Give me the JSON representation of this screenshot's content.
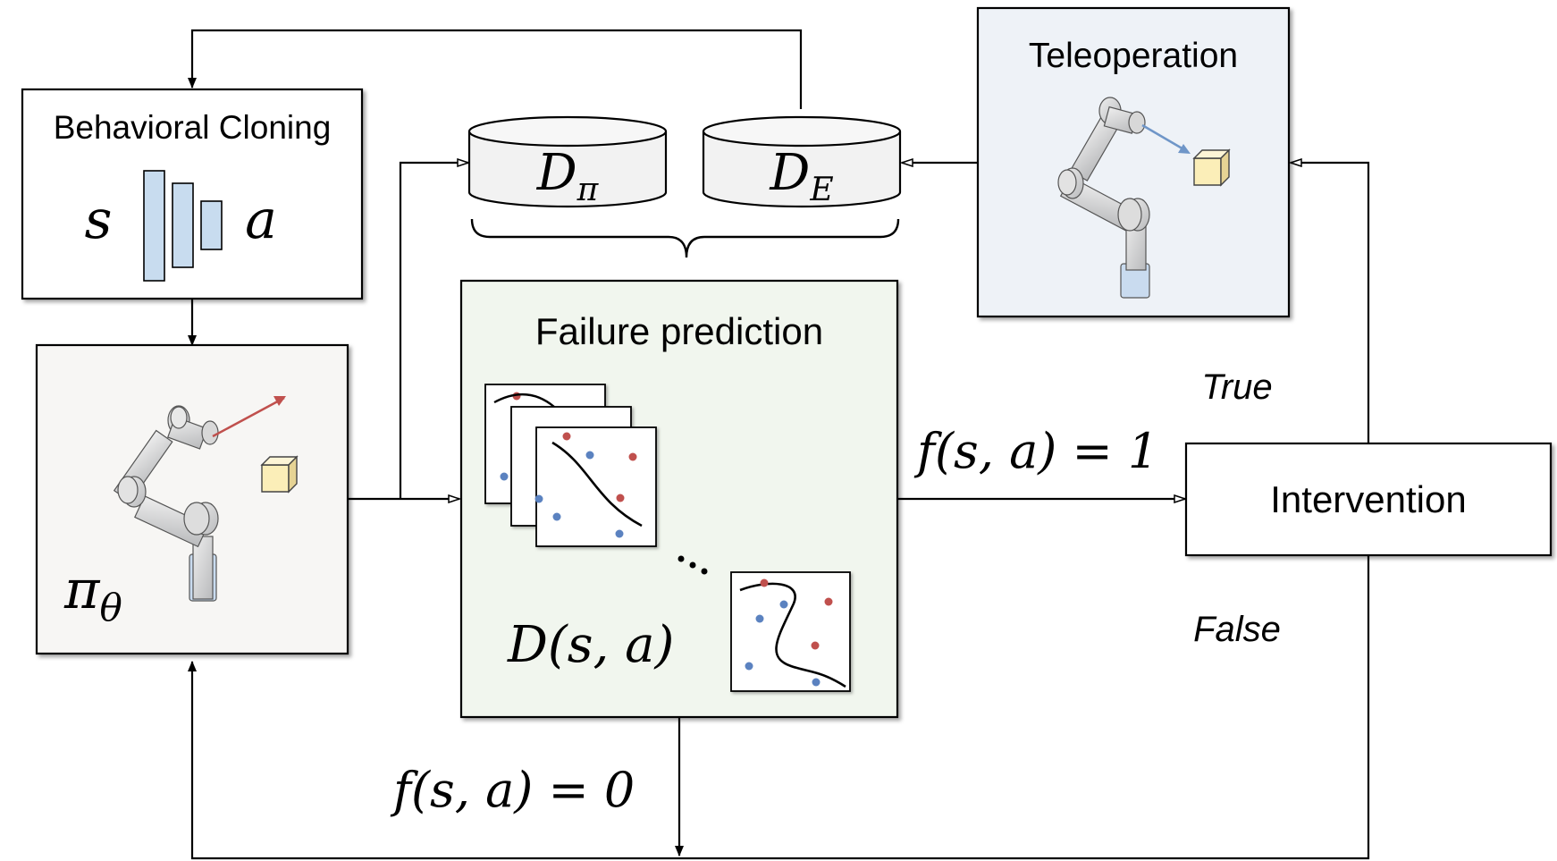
{
  "boxes": {
    "behavioral_cloning": {
      "title": "Behavioral Cloning",
      "input_symbol": "s",
      "output_symbol": "a"
    },
    "policy": {
      "symbol": "π",
      "subscript": "θ"
    },
    "failure_prediction": {
      "title": "Failure prediction",
      "discriminator_label": "D(s, a)"
    },
    "teleoperation": {
      "title": "Teleoperation"
    },
    "intervention": {
      "title": "Intervention"
    }
  },
  "datasets": {
    "policy": {
      "symbol": "D",
      "subscript": "π"
    },
    "expert": {
      "symbol": "D",
      "subscript": "E"
    }
  },
  "edge_labels": {
    "f_one": "f(s, a) = 1",
    "f_zero": "f(s, a) = 0",
    "true_branch": "True",
    "false_branch": "False"
  },
  "colors": {
    "bc_bg": "#ffffff",
    "policy_bg": "#f7f6f4",
    "failure_bg": "#f1f6ee",
    "teleop_bg": "#eef2f7",
    "nn_block": "#c8dcef",
    "cube": "#fbeeb8",
    "red_arrow": "#c0504d",
    "blue_arrow": "#6f96c8",
    "red_dot": "#c0504d",
    "blue_dot": "#5b82c0",
    "robot_grey": "#cfd0d2",
    "robot_base": "#c9dbef"
  },
  "icons": {
    "robot_policy": "robot-arm-icon",
    "robot_teleop": "robot-arm-icon",
    "cube": "cube-icon",
    "database": "database-icon"
  }
}
